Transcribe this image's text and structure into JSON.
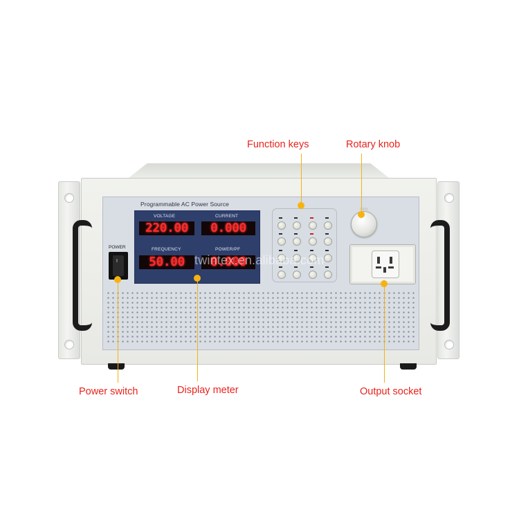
{
  "callouts": {
    "function_keys": "Function keys",
    "rotary_knob": "Rotary knob",
    "power_switch": "Power switch",
    "display_meter": "Display meter",
    "output_socket": "Output socket"
  },
  "panel": {
    "title": "Programmable AC Power Source",
    "power_label": "POWER"
  },
  "meter": {
    "voltage_label": "VOLTAGE",
    "current_label": "CURRENT",
    "frequency_label": "FREQUENCY",
    "powerpf_label": "POWER/PF",
    "voltage_value": "220.00",
    "current_value": "0.000",
    "frequency_value": "50.00",
    "powerpf_value": "0.000"
  },
  "watermark": "twintex.en.alibaba.com",
  "colors": {
    "callout_text": "#e8231d",
    "leader": "#f3b312",
    "display_digits": "#ff2a2a",
    "meter_panel": "#2f3f6b"
  }
}
